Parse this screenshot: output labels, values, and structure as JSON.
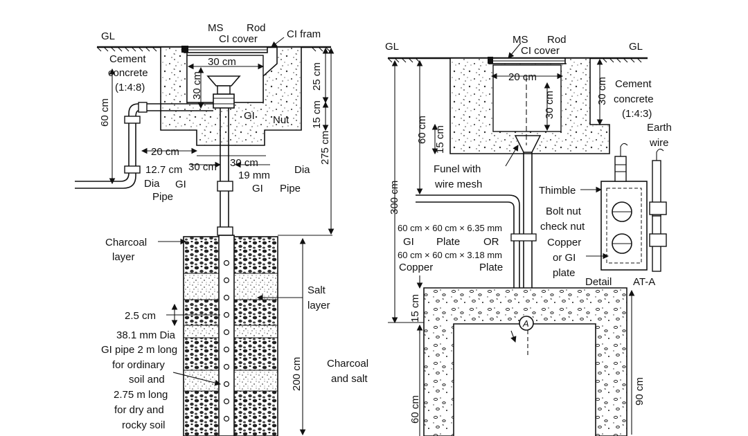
{
  "left": {
    "gl": "GL",
    "ms": "MS",
    "rod": "Rod",
    "ci_cover": "CI cover",
    "ci_frame": "CI fram",
    "cement_concrete": "Cement",
    "concrete": "concrete",
    "mix": "(1:4:8)",
    "dim_30cm_top": "30 cm",
    "dim_30cm_vert": "30 cm",
    "dim_25cm": "25 cm",
    "dim_60cm": "60 cm",
    "dim_15cm": "15 cm",
    "dim_275cm": "275 cm",
    "gi": "GI",
    "nut": "Nut",
    "dim_20cm": "20 cm",
    "dim_30cm_a": "30 cm",
    "dim_30cm_b": "30 cm",
    "dia_19": "19 mm",
    "gi_pipe_gi": "GI",
    "gi_pipe_pipe": "Pipe",
    "dia": "Dia",
    "dim_127": "12.7 cm",
    "dia2": "Dia",
    "gi2": "GI",
    "pipe2": "Pipe",
    "charcoal": "Charcoal",
    "layer": "layer",
    "salt": "Salt",
    "salt_layer": "layer",
    "dim_25": "2.5 cm",
    "pipe_note": [
      "38.1 mm Dia",
      "GI pipe 2 m long",
      "for ordinary",
      "soil and",
      "2.75 m long",
      "for dry and",
      "rocky soil"
    ],
    "charcoal_salt_1": "Charcoal",
    "charcoal_salt_2": "and salt",
    "dim_200cm": "200 cm"
  },
  "right": {
    "gl_left": "GL",
    "gl_right": "GL",
    "ms": "MS",
    "rod": "Rod",
    "ci_cover": "CI cover",
    "dim_20cm": "20 cm",
    "dim_30cm_inner": "30 cm",
    "dim_30cm_side": "30 cm",
    "cement": "Cement",
    "concrete": "concrete",
    "mix": "(1:4:3)",
    "earth": "Earth",
    "wire": "wire",
    "dim_60cm": "60 cm",
    "dim_15cm": "15 cm",
    "funnel_1": "Funel with",
    "funnel_2": "wire mesh",
    "dim_300cm": "300 cm",
    "thimble": "Thimble",
    "bolt_nut": "Bolt nut",
    "check_nut": "check nut",
    "copper": "Copper",
    "or_gi": "or GI",
    "plate": "plate",
    "detail": "Detail",
    "at_a": "AT-A",
    "plate1_dims": "60 cm × 60 cm × 6.35 mm",
    "plate1_gi": "GI",
    "plate1_plate": "Plate",
    "plate1_or": "OR",
    "plate2_dims": "60 cm × 60 cm × 3.18 mm",
    "plate2_copper": "Copper",
    "plate2_plate": "Plate",
    "dim_15cm_b": "15 cm",
    "marker_a": "A",
    "dim_60cm_b": "60 cm",
    "dim_90cm": "90 cm"
  }
}
